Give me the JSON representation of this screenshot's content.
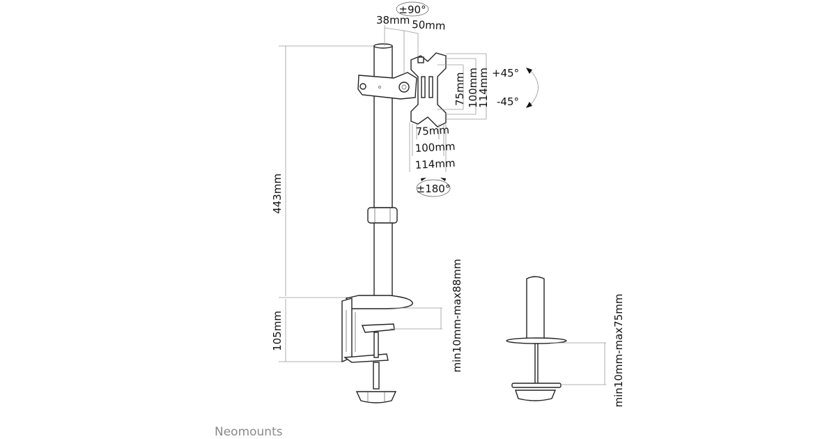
{
  "brand": "Neomounts",
  "labels": {
    "tilt_90": "±90°",
    "depth_38": "38mm",
    "depth_50": "50mm",
    "vesa_v_75": "75mm",
    "vesa_v_100": "100mm",
    "vesa_v_114": "114mm",
    "tilt_plus": "+45°",
    "tilt_minus": "-45°",
    "vesa_h_75": "75mm",
    "vesa_h_100": "100mm",
    "vesa_h_114": "114mm",
    "rotate_180": "±180°",
    "height_443": "443mm",
    "clamp_105": "105mm",
    "clamp_range": "min10mm-max88mm",
    "grommet_range": "min10mm-max75mm"
  }
}
